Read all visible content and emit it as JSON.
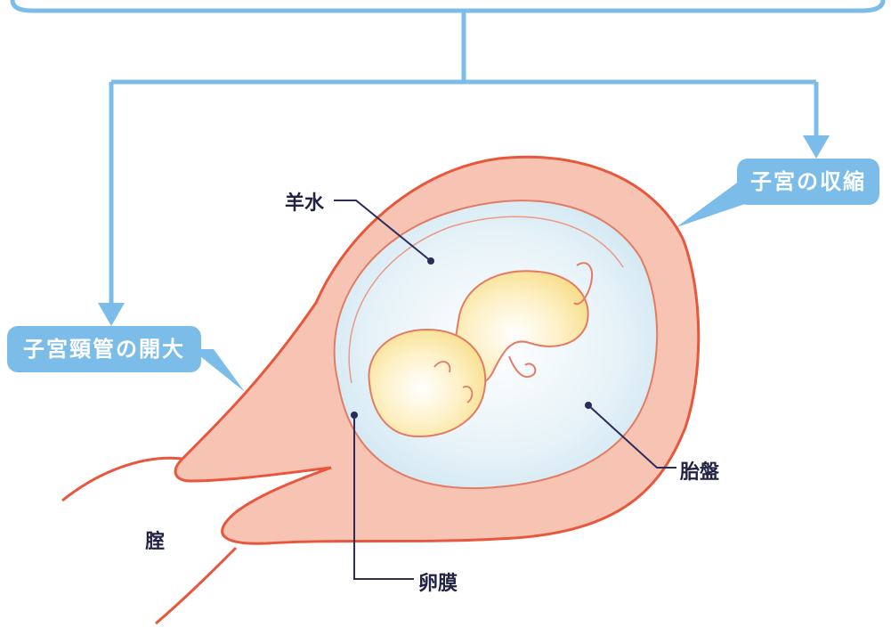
{
  "callouts": {
    "uterine_contraction": "子宮の収縮",
    "cervical_dilation": "子宮頸管の開大"
  },
  "labels": {
    "amniotic_fluid": "羊水",
    "placenta": "胎盤",
    "fetal_membrane": "卵膜",
    "vagina": "腟"
  },
  "colors": {
    "flow_line": "#7cbce8",
    "callout_bg": "#7cbce8",
    "uterus_wall": "#f5b3a0",
    "uterus_outline": "#e8563c",
    "amniotic_fill": "#dcedf6",
    "fetus_fill": "#fbe7a4",
    "leader_line": "#2b2b5c"
  }
}
